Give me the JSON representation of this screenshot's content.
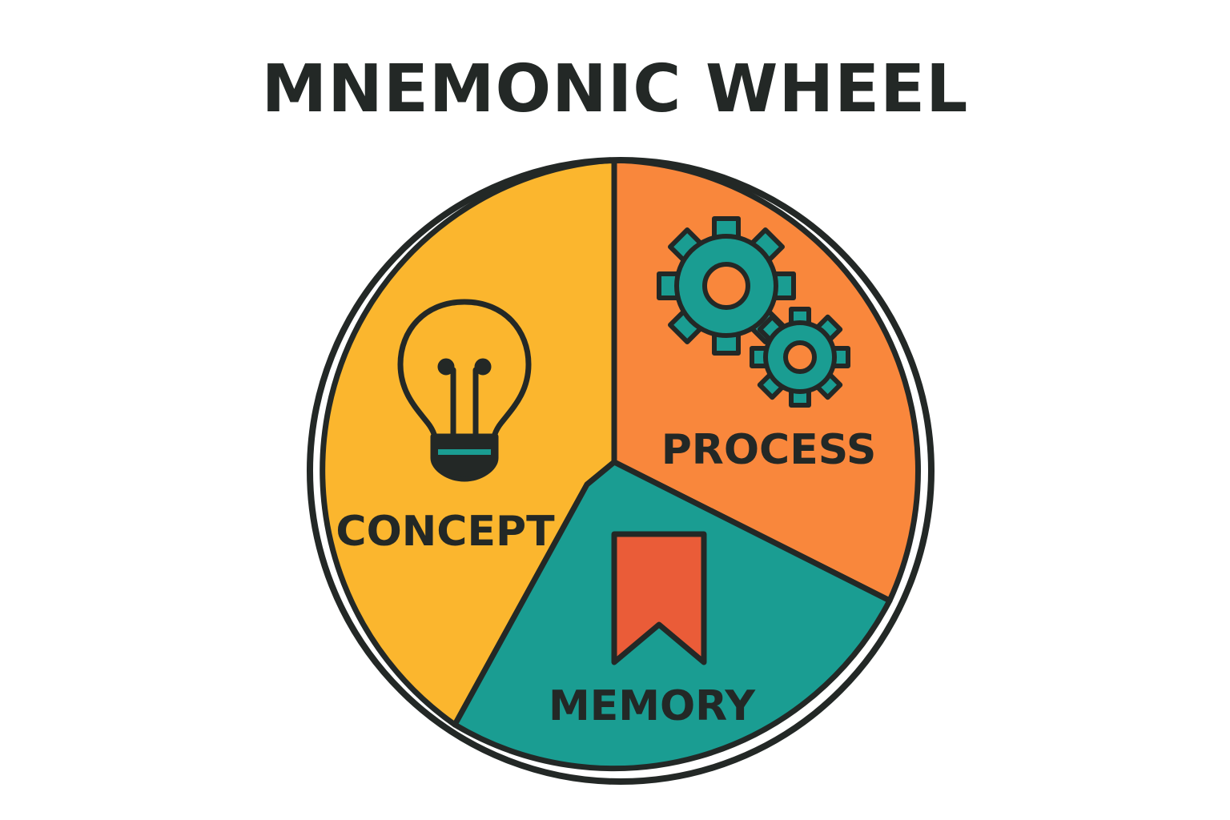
{
  "title": "MNEMONIC WHEEL",
  "segments": [
    {
      "id": "concept",
      "label": "CONCEPT",
      "icon": "lightbulb-icon",
      "color": "#FBB62E"
    },
    {
      "id": "process",
      "label": "PROCESS",
      "icon": "gears-icon",
      "color": "#F9873C"
    },
    {
      "id": "memory",
      "label": "MEMORY",
      "icon": "bookmark-icon",
      "color": "#1A9D92"
    }
  ],
  "colors": {
    "outline": "#232826",
    "icon_teal": "#1A9D92",
    "bookmark_red": "#EA5C38",
    "text": "#232826"
  }
}
